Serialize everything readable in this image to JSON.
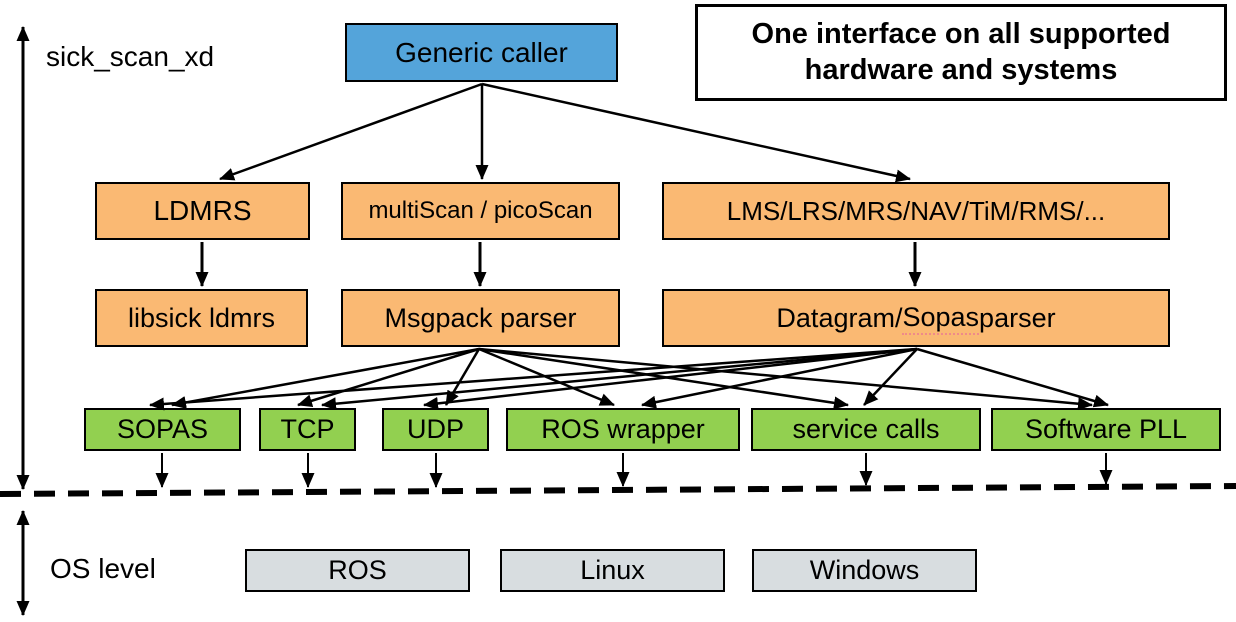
{
  "diagram": {
    "left_axis_top_label": "sick_scan_xd",
    "left_axis_bottom_label": "OS level",
    "title_box": {
      "line1": "One interface on all supported",
      "line2": "hardware and systems"
    },
    "nodes": {
      "generic_caller": "Generic caller",
      "ldmrs": "LDMRS",
      "multiscan": "multiScan / picoScan",
      "lms_family": "LMS/LRS/MRS/NAV/TiM/RMS/...",
      "libsick_ldmrs": "libsick ldmrs",
      "msgpack_parser": "Msgpack parser",
      "datagram_parser": {
        "prefix": "Datagram/",
        "spellcheck_word": "Sopas",
        "suffix": " parser"
      },
      "sopas": "SOPAS",
      "tcp": "TCP",
      "udp": "UDP",
      "ros_wrapper": "ROS wrapper",
      "service_calls": "service calls",
      "software_pll": "Software PLL",
      "ros": "ROS",
      "linux": "Linux",
      "windows": "Windows"
    },
    "colors": {
      "caller_blue": "#54a4da",
      "device_orange": "#fab973",
      "api_green": "#92d050",
      "os_gray": "#d8dde0",
      "line_black": "#000000"
    }
  }
}
